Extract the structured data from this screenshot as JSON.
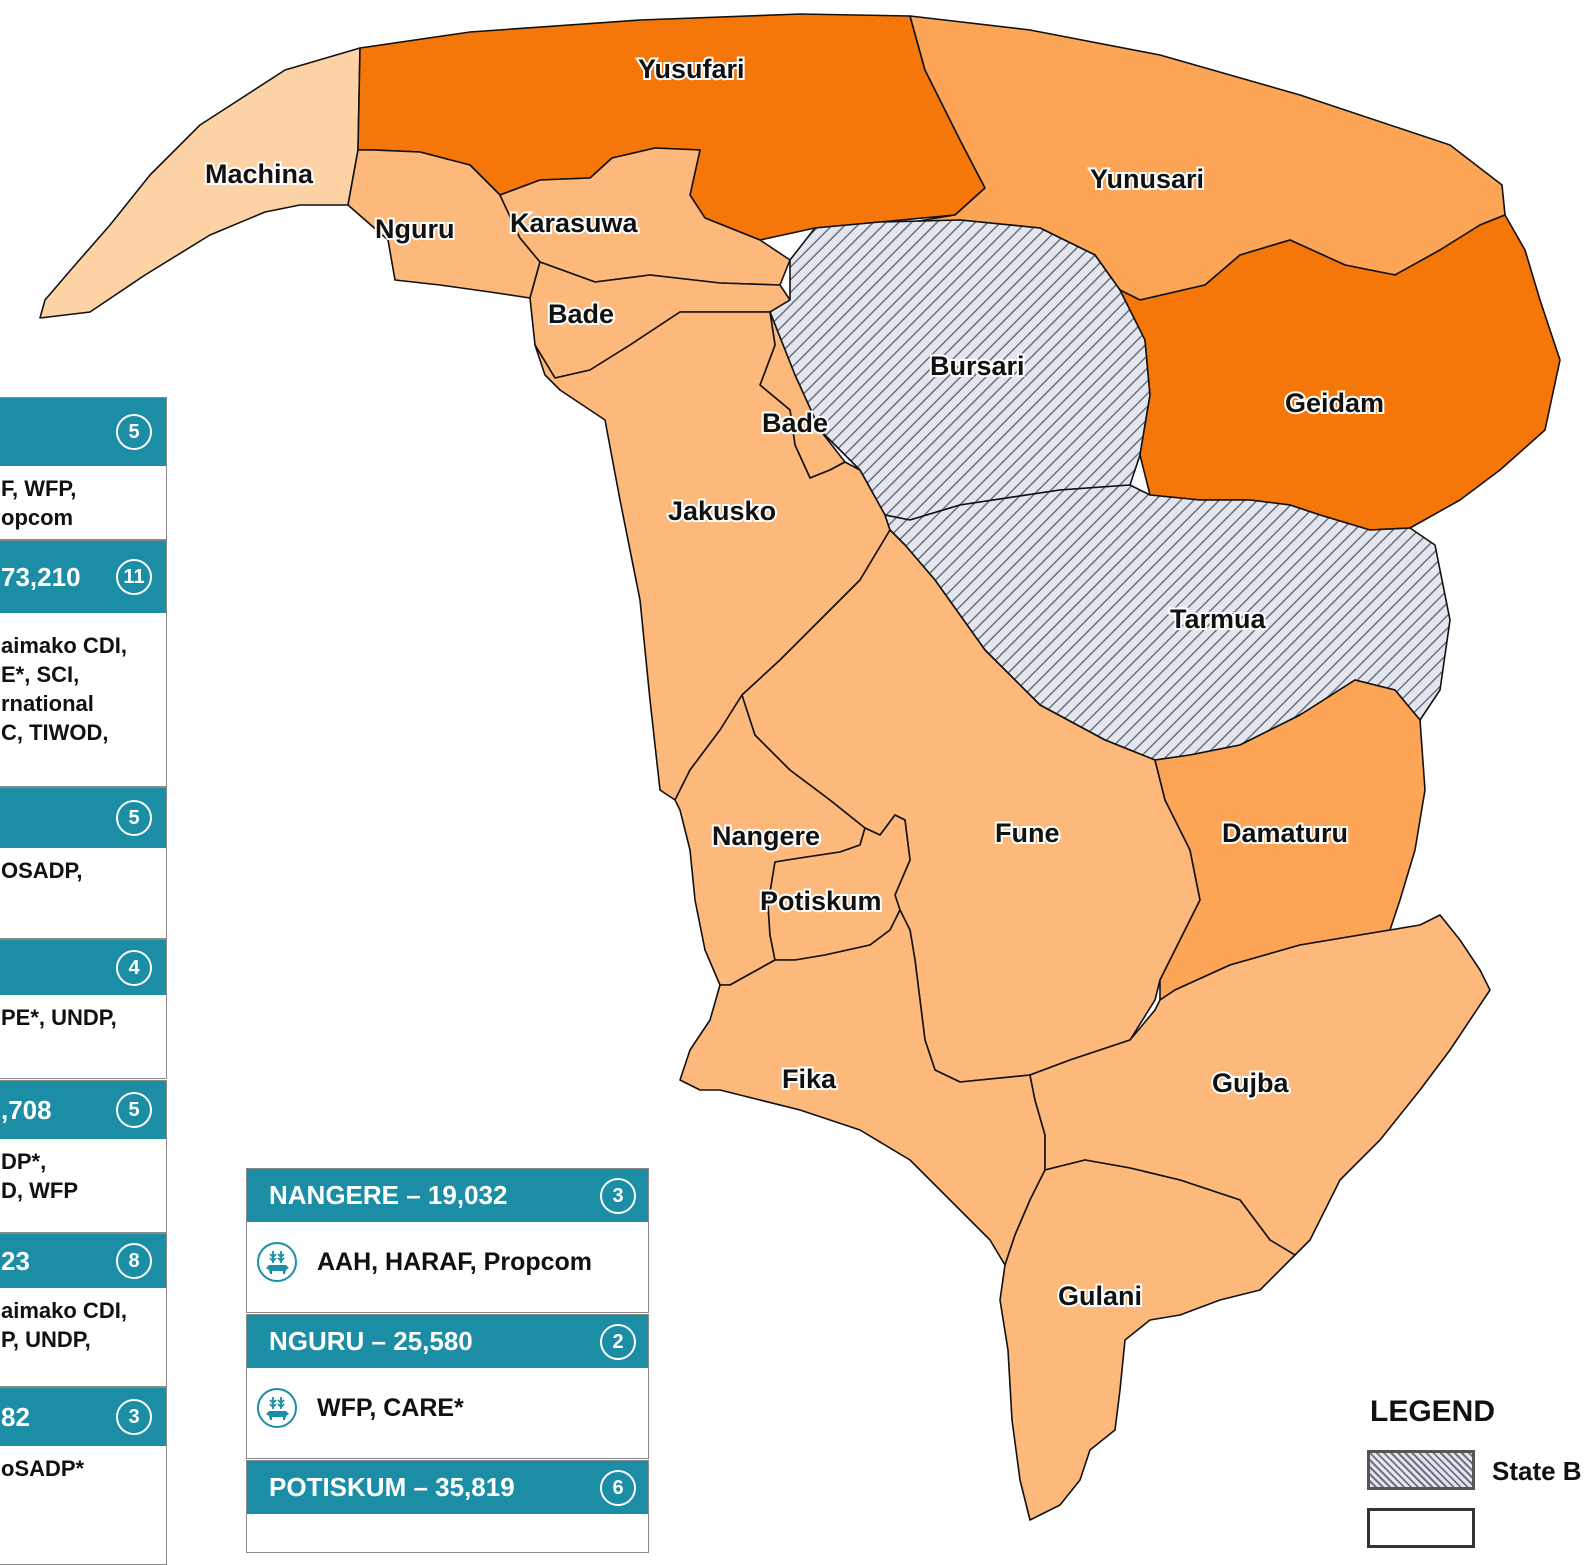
{
  "colors": {
    "map_lightest": "#fdd3a5",
    "map_light": "#fdb87c",
    "map_medium": "#fca557",
    "map_dark": "#f57609",
    "hatched": "#6c7080",
    "card_header": "#1b8ea6",
    "boundary": "#111111"
  },
  "map": {
    "lgas": [
      {
        "id": "machina",
        "label": "Machina",
        "fill": "lightest"
      },
      {
        "id": "yusufari",
        "label": "Yusufari",
        "fill": "dark"
      },
      {
        "id": "yunusari",
        "label": "Yunusari",
        "fill": "medium"
      },
      {
        "id": "nguru",
        "label": "Nguru",
        "fill": "light"
      },
      {
        "id": "karasuwa",
        "label": "Karasuwa",
        "fill": "light"
      },
      {
        "id": "bade-north",
        "label": "Bade",
        "fill": "light"
      },
      {
        "id": "bursari",
        "label": "Bursari",
        "fill": "hatched"
      },
      {
        "id": "geidam",
        "label": "Geidam",
        "fill": "dark"
      },
      {
        "id": "bade-south",
        "label": "Bade",
        "fill": "light"
      },
      {
        "id": "jakusko",
        "label": "Jakusko",
        "fill": "light"
      },
      {
        "id": "tarmua",
        "label": "Tarmua",
        "fill": "hatched"
      },
      {
        "id": "nangere",
        "label": "Nangere",
        "fill": "light"
      },
      {
        "id": "fune",
        "label": "Fune",
        "fill": "light"
      },
      {
        "id": "damaturu",
        "label": "Damaturu",
        "fill": "medium"
      },
      {
        "id": "potiskum",
        "label": "Potiskum",
        "fill": "light"
      },
      {
        "id": "fika",
        "label": "Fika",
        "fill": "light"
      },
      {
        "id": "gujba",
        "label": "Gujba",
        "fill": "light"
      },
      {
        "id": "gulani",
        "label": "Gulani",
        "fill": "light"
      }
    ]
  },
  "left_cards": [
    {
      "head": "",
      "count": "5",
      "lines": [
        "F, WFP,",
        "opcom"
      ]
    },
    {
      "head": "73,210",
      "count": "11",
      "lines": [
        "aimako CDI,",
        "E*, SCI,",
        "rnational",
        "C, TIWOD,"
      ]
    },
    {
      "head": "",
      "count": "5",
      "lines": [
        "OSADP,"
      ]
    },
    {
      "head": "",
      "count": "4",
      "lines": [
        "PE*, UNDP,"
      ]
    },
    {
      "head": ",708",
      "count": "5",
      "lines": [
        "DP*,",
        "D, WFP"
      ]
    },
    {
      "head": "23",
      "count": "8",
      "lines": [
        "aimako CDI,",
        "P, UNDP,"
      ]
    },
    {
      "head": "82",
      "count": "3",
      "lines": [
        "oSADP*"
      ]
    }
  ],
  "center_cards": [
    {
      "head": "NANGERE – 19,032",
      "count": "3",
      "body": "AAH, HARAF, Propcom",
      "icon": "agriculture-livestock-icon"
    },
    {
      "head": "NGURU – 25,580",
      "count": "2",
      "body": "WFP, CARE*",
      "icon": "agriculture-livestock-icon"
    },
    {
      "head": "POTISKUM – 35,819",
      "count": "6",
      "body": "",
      "icon": ""
    }
  ],
  "legend": {
    "title": "LEGEND",
    "items": [
      "State B"
    ]
  }
}
